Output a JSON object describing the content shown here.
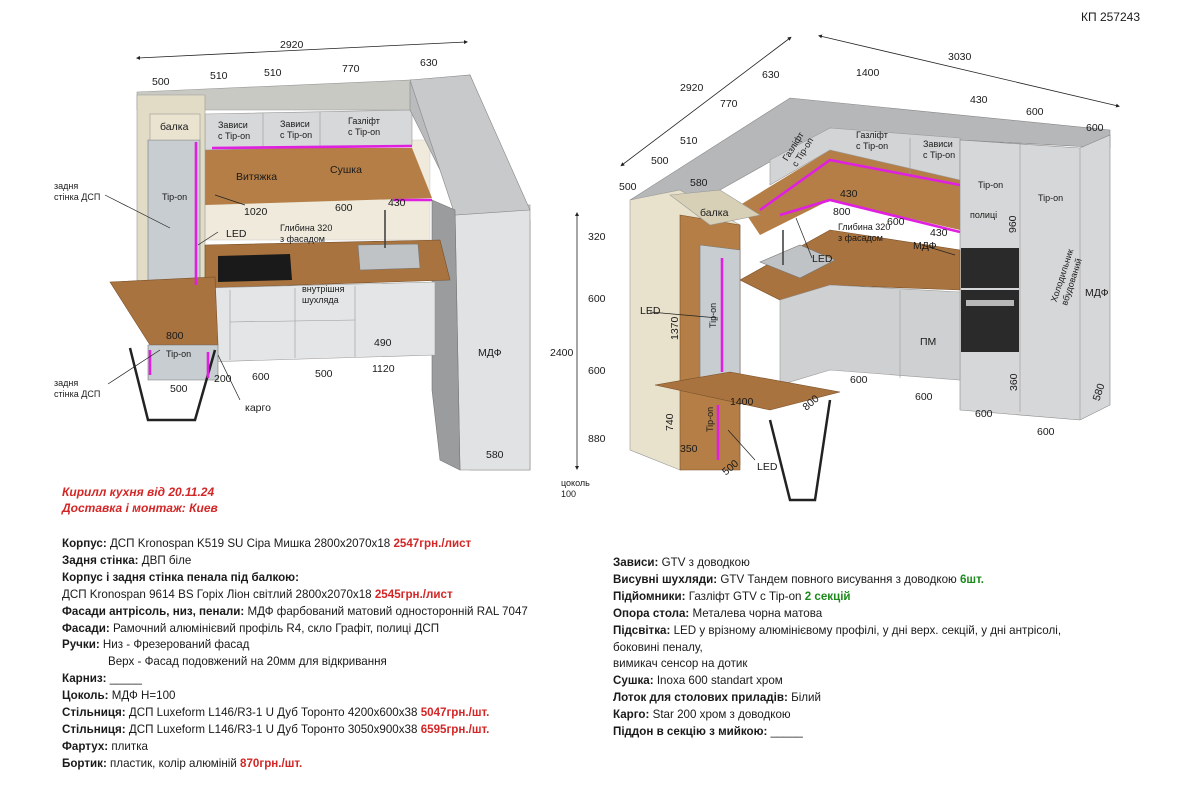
{
  "doc_id": "КП 257243",
  "header": {
    "line1": "Кирилл кухня від 20.11.24",
    "line2": "Доставка і монтаж: Киев"
  },
  "left_drawing": {
    "top_total": "2920",
    "top_dims": [
      "500",
      "510",
      "510",
      "770",
      "630"
    ],
    "balka": "балка",
    "zavisy1": "Зависи\nс Tip-on",
    "zavisy2": "Зависи\nс Tip-on",
    "gazlift": "Газліфт\nс Tip-on",
    "vytyazhka": "Витяжка",
    "sushka": "Сушка",
    "tipon": "Tip-on",
    "tipon2": "Tip-on",
    "led": "LED",
    "d1020": "1020",
    "d600": "600",
    "d430": "430",
    "depth_note": "Глибина 320\nз фасадом",
    "inner_drawer": "внутрішня\nшухляда",
    "zadnya1": "задня\nстінка ДСП",
    "zadnya2": "задня\nстінка ДСП",
    "d800": "800",
    "d500": "500",
    "d200": "200",
    "bottom_dims": [
      "600",
      "500",
      "1120"
    ],
    "d490": "490",
    "kargo": "карго",
    "mdf": "МДФ",
    "d580": "580",
    "vertical": [
      "320",
      "600",
      "2400",
      "600",
      "880"
    ],
    "plinth": "цоколь\n100"
  },
  "right_drawing": {
    "top_total": "3030",
    "left_total": "2920",
    "dims_top": [
      "630",
      "1400",
      "430",
      "600",
      "600"
    ],
    "dims_left": [
      "770",
      "510",
      "500"
    ],
    "gazlift1": "Газліфт\nс Tip-on",
    "gazlift2": "Газліфт\nс Tip-on",
    "zavisy": "Зависи\nс Tip-on",
    "tipon1": "Tip-on",
    "tipon2": "Tip-on",
    "polytsi": "полиці",
    "d960": "960",
    "d580a": "580",
    "balka": "балка",
    "d430a": "430",
    "d800a": "800",
    "d600a": "600",
    "d430b": "430",
    "depth_note": "Глибина 320\nз фасадом",
    "mdf_label": "МДФ",
    "led1": "LED",
    "led2": "LED",
    "led3": "LED",
    "fridge": "Холодильник\nвбудований",
    "mdf2": "МДФ",
    "pm": "ПМ",
    "d1370": "1370",
    "tipon3": "Tip-on",
    "tipon4": "Tip-on",
    "d360": "360",
    "d1400": "1400",
    "d800b": "800",
    "d740": "740",
    "d350": "350",
    "d500b": "500",
    "d580b": "580",
    "bottom_dims": [
      "600",
      "600",
      "600",
      "600"
    ]
  },
  "spec_left": [
    {
      "key": "Корпус:",
      "text": " ДСП Kronospan K519 SU Сіра Мишка 2800x2070x18 ",
      "price": "2547грн./лист"
    },
    {
      "key": "Задня стінка:",
      "text": " ДВП біле",
      "price": ""
    },
    {
      "key": "Корпус і задня стінка пенала під балкою:",
      "text": "",
      "price": ""
    },
    {
      "key": "",
      "text": "ДСП Kronospan 9614 BS Горіх Ліон світлий 2800x2070x18 ",
      "price": "2545грн./лист"
    },
    {
      "key": "Фасади антрісоль, низ, пенали:",
      "text": " МДФ фарбований матовий односторонній RAL 7047",
      "price": ""
    },
    {
      "key": "Фасади:",
      "text": " Рамочний алюмінієвий профіль R4, скло Графіт, полиці ДСП",
      "price": ""
    },
    {
      "key": "Ручки:",
      "text": " Низ - Фрезерований фасад",
      "price": ""
    },
    {
      "key": "",
      "text": "Верх - Фасад подовжений на 20мм для відкривання",
      "price": "",
      "indent": true
    },
    {
      "key": "Карниз:",
      "text": " _____",
      "price": ""
    },
    {
      "key": "Цоколь:",
      "text": " МДФ H=100",
      "price": ""
    },
    {
      "key": "Стільниця:",
      "text": " ДСП Luxeform L146/R3-1 U Дуб Торонто 4200x600x38 ",
      "price": "5047грн./шт."
    },
    {
      "key": "Стільниця:",
      "text": " ДСП Luxeform L146/R3-1 U Дуб Торонто 3050x900x38 ",
      "price": "6595грн./шт."
    },
    {
      "key": "Фартух:",
      "text": " плитка",
      "price": ""
    },
    {
      "key": "Бортик:",
      "text": " пластик, колір алюміній ",
      "price": "870грн./шт."
    }
  ],
  "spec_right": [
    {
      "key": "Зависи:",
      "text": " GTV з доводкою",
      "green": ""
    },
    {
      "key": "Висувні шухляди:",
      "text": " GTV Тандем повного висування з доводкою ",
      "green": "6шт."
    },
    {
      "key": "Підйомники:",
      "text": " Газліфт GTV с Tip-on ",
      "green": "2 секцій"
    },
    {
      "key": "Опора стола:",
      "text": " Металева чорна матова",
      "green": ""
    },
    {
      "key": "Підсвітка:",
      "text": " LED у врізному алюмінієвому профілі, у дні верх. секцій, у дні антрісолі,",
      "green": ""
    },
    {
      "key": "",
      "text": "боковині пеналу,",
      "green": ""
    },
    {
      "key": "",
      "text": "вимикач сенсор на дотик",
      "green": ""
    },
    {
      "key": "Сушка:",
      "text": " Inoxa 600 standart хром",
      "green": ""
    },
    {
      "key": "Лоток для столових приладів:",
      "text": " Білий",
      "green": ""
    },
    {
      "key": "Карго:",
      "text": " Star 200 хром з доводкою",
      "green": ""
    },
    {
      "key": "Піддон в секцію з мийкою:",
      "text": " _____",
      "green": ""
    }
  ],
  "colors": {
    "grey_body": "#c9cbcd",
    "grey_dark": "#8e9194",
    "wood": "#a2713f",
    "wood_light": "#c99a66",
    "beige": "#e9e3cf",
    "led": "#e020e0",
    "price_red": "#d32626",
    "green": "#1c8a1c"
  }
}
